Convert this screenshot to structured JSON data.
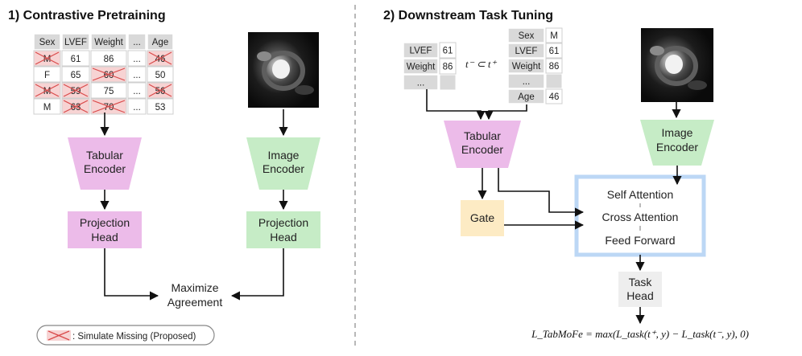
{
  "left": {
    "title": "1) Contrastive Pretraining",
    "table": {
      "headers": [
        "Sex",
        "LVEF",
        "Weight",
        "...",
        "Age"
      ],
      "rows": [
        [
          "M",
          "61",
          "86",
          "...",
          "46"
        ],
        [
          "F",
          "65",
          "60",
          "...",
          "50"
        ],
        [
          "M",
          "59",
          "75",
          "...",
          "56"
        ],
        [
          "M",
          "63",
          "70",
          "...",
          "53"
        ]
      ],
      "masked": [
        [
          0,
          0
        ],
        [
          0,
          4
        ],
        [
          1,
          2
        ],
        [
          2,
          0
        ],
        [
          2,
          1
        ],
        [
          2,
          4
        ],
        [
          3,
          1
        ],
        [
          3,
          2
        ]
      ]
    },
    "tabular_encoder": [
      "Tabular",
      "Encoder"
    ],
    "image_encoder": [
      "Image",
      "Encoder"
    ],
    "projection_left": [
      "Projection",
      "Head"
    ],
    "projection_right": [
      "Projection",
      "Head"
    ],
    "agreement": [
      "Maximize",
      "Agreement"
    ],
    "legend": ": Simulate Missing (Proposed)"
  },
  "right": {
    "title": "2) Downstream Task Tuning",
    "subset_table": [
      [
        "LVEF",
        "61"
      ],
      [
        "Weight",
        "86"
      ],
      [
        "...",
        ""
      ]
    ],
    "full_table": [
      [
        "Sex",
        "M"
      ],
      [
        "LVEF",
        "61"
      ],
      [
        "Weight",
        "86"
      ],
      [
        "...",
        ""
      ],
      [
        "Age",
        "46"
      ]
    ],
    "subset_relation": "t⁻ ⊂ t⁺",
    "tabular_encoder": [
      "Tabular",
      "Encoder"
    ],
    "image_encoder": [
      "Image",
      "Encoder"
    ],
    "gate": "Gate",
    "self_attention": "Self Attention",
    "cross_attention": "Cross Attention",
    "feed_forward": "Feed Forward",
    "task_head": [
      "Task",
      "Head"
    ],
    "loss": "L_TabMoFe = max(L_task(t⁺, y) − L_task(t⁻, y), 0)"
  },
  "colors": {
    "tabular": "#ecbbe9",
    "image": "#c6ecc6",
    "gate": "#fdebc4",
    "transformer_border": "#bcd7f5",
    "task_head": "#eeeeee",
    "missing_cross": "#d94a4a",
    "missing_fill": "#f7d3d3"
  }
}
